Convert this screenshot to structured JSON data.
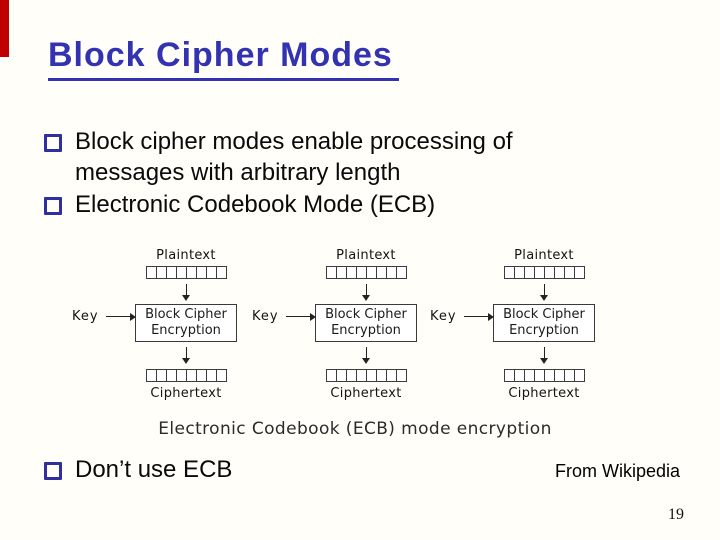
{
  "slide": {
    "title": "Block Cipher Modes",
    "attribution": "From Wikipedia",
    "page_number": "19"
  },
  "bullets": [
    {
      "lines": [
        "Block cipher modes enable processing of",
        "messages with arbitrary length"
      ]
    },
    {
      "lines": [
        "Electronic Codebook Mode (ECB)"
      ]
    },
    {
      "lines": [
        "Don’t use ECB"
      ]
    }
  ],
  "diagram": {
    "caption": "Electronic Codebook (ECB) mode encryption",
    "cells_per_block": 8,
    "units": [
      {
        "input_label": "Plaintext",
        "key_label": "Key",
        "box_lines": [
          "Block Cipher",
          "Encryption"
        ],
        "output_label": "Ciphertext"
      },
      {
        "input_label": "Plaintext",
        "key_label": "Key",
        "box_lines": [
          "Block Cipher",
          "Encryption"
        ],
        "output_label": "Ciphertext"
      },
      {
        "input_label": "Plaintext",
        "key_label": "Key",
        "box_lines": [
          "Block Cipher",
          "Encryption"
        ],
        "output_label": "Ciphertext"
      }
    ]
  },
  "colors": {
    "title_blue": "#3333b2",
    "bullet_square_blue": "#2f2fa0",
    "accent_red": "#c00000",
    "body_text": "#0a0a0a",
    "diagram_text": "#1a1a1a",
    "background": "#fffef8"
  }
}
